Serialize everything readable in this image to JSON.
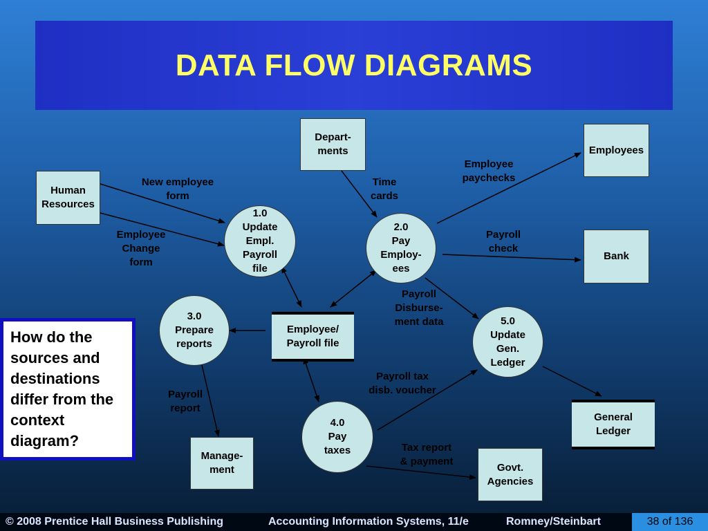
{
  "title": "DATA FLOW DIAGRAMS",
  "entities": {
    "human_resources": "Human\nResources",
    "departments": "Depart-\nments",
    "employees": "Employees",
    "bank": "Bank",
    "management": "Manage-\nment",
    "govt_agencies": "Govt.\nAgencies"
  },
  "processes": {
    "p1": "1.0\nUpdate\nEmpl.\nPayroll\nfile",
    "p2": "2.0\nPay\nEmploy-\nees",
    "p3": "3.0\nPrepare\nreports",
    "p4": "4.0\nPay\ntaxes",
    "p5": "5.0\nUpdate\nGen.\nLedger"
  },
  "stores": {
    "employee_payroll_file": "Employee/\nPayroll file",
    "general_ledger": "General\nLedger"
  },
  "flows": {
    "new_employee_form": "New employee\nform",
    "employee_change_form": "Employee\nChange\nform",
    "time_cards": "Time\ncards",
    "employee_paychecks": "Employee\npaychecks",
    "payroll_check": "Payroll\ncheck",
    "payroll_disbursement_data": "Payroll\nDisburse-\nment data",
    "payroll_report": "Payroll\nreport",
    "payroll_tax_voucher": "Payroll tax\ndisb. voucher",
    "tax_report_payment": "Tax report\n& payment"
  },
  "question": "How do the sources and destinations differ from the context diagram?",
  "footer": {
    "copyright": "© 2008 Prentice Hall Business Publishing",
    "book": "Accounting Information Systems, 11/e",
    "authors": "Romney/Steinbart",
    "page": "38 of 136"
  }
}
